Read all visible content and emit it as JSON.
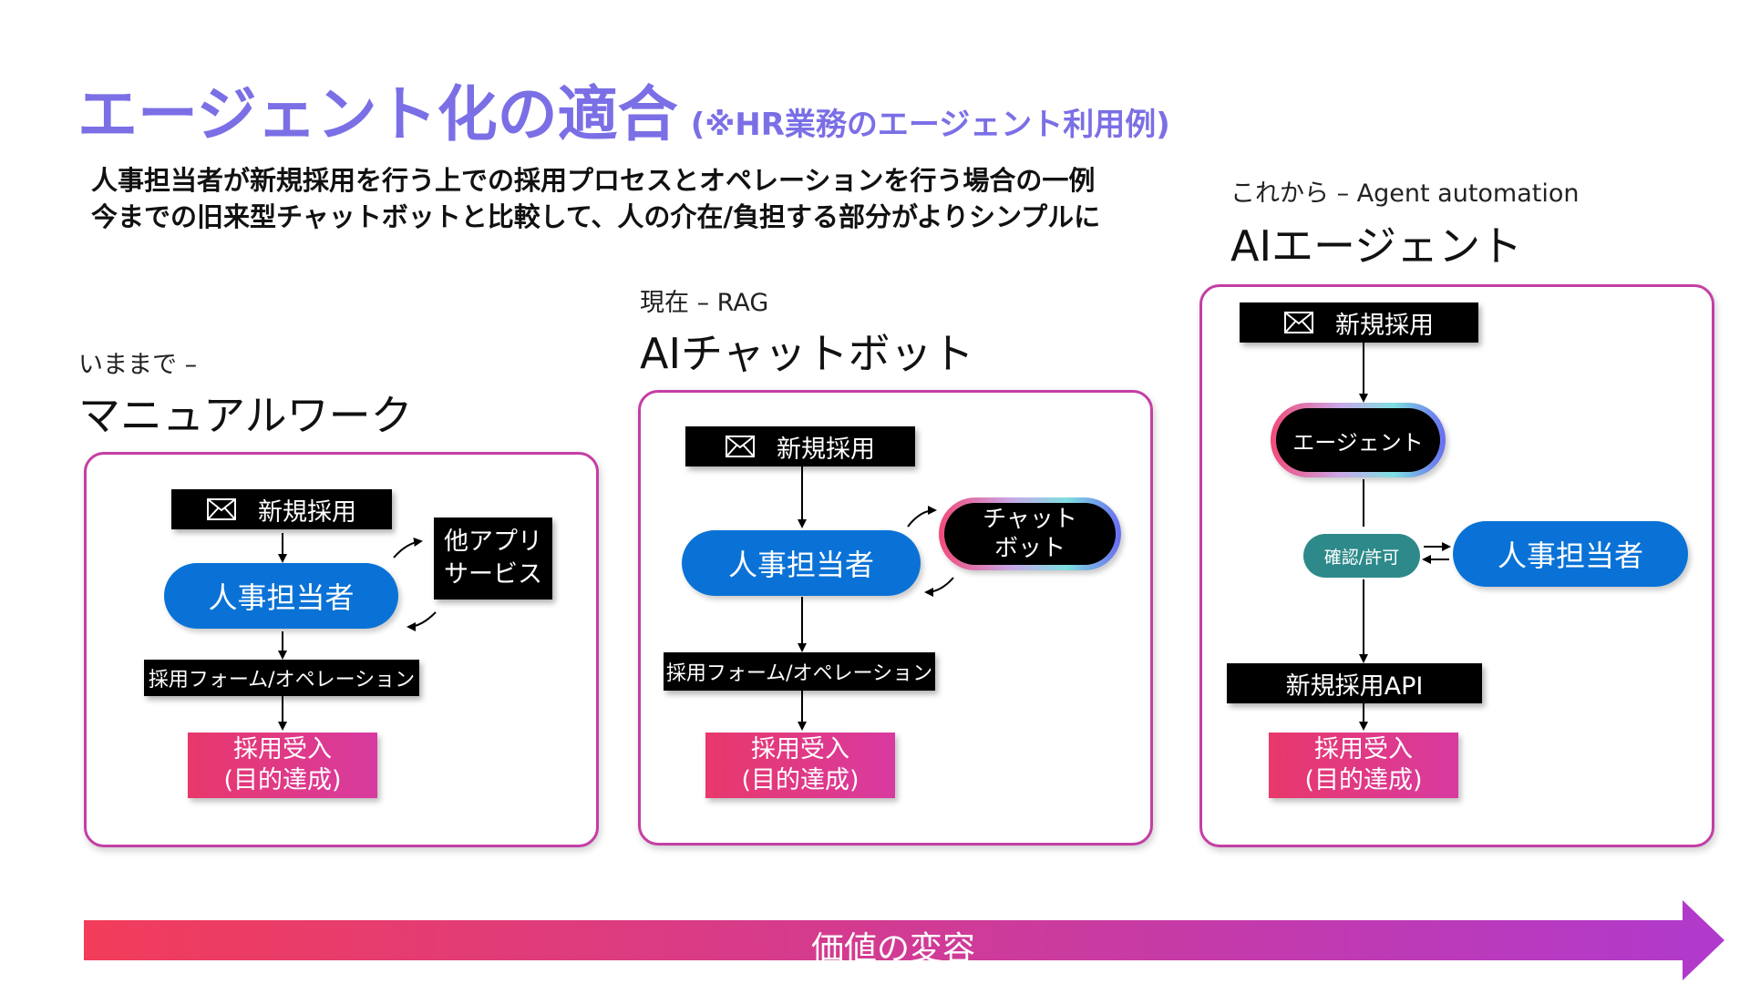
{
  "title": {
    "main": "エージェント化の適合",
    "sub": "(※HR業務のエージェント利用例)"
  },
  "description": [
    "人事担当者が新規採用を行う上での採用プロセスとオペレーションを行う場合の一例",
    "今までの旧来型チャットボットと比較して、人の介在/負担する部分がよりシンプルに"
  ],
  "columns": {
    "manual": {
      "caption": "いままで –",
      "heading": "マニュアルワーク",
      "mail_label": "新規採用",
      "person": "人事担当者",
      "other_apps": [
        "他アプリ",
        "サービス"
      ],
      "form": "採用フォーム/オペレーション",
      "goal": [
        "採用受入",
        "(目的達成)"
      ]
    },
    "chatbot": {
      "caption": "現在 – RAG",
      "heading": "AIチャットボット",
      "mail_label": "新規採用",
      "person": "人事担当者",
      "bot": [
        "チャット",
        "ボット"
      ],
      "form": "採用フォーム/オペレーション",
      "goal": [
        "採用受入",
        "(目的達成)"
      ]
    },
    "agent": {
      "caption": "これから – Agent automation",
      "heading": "AIエージェント",
      "mail_label": "新規採用",
      "agent": "エージェント",
      "confirm": "確認/許可",
      "person": "人事担当者",
      "api": "新規採用API",
      "goal": [
        "採用受入",
        "(目的達成)"
      ]
    }
  },
  "footer": {
    "label": "価値の変容"
  },
  "colors": {
    "accent": "#7B6FE6",
    "panel_border": "#C33FA5",
    "pill_blue": "#0A72D6",
    "teal": "#2E8A8A",
    "goal_pink": "#E8386B",
    "band_start": "#F23C5A",
    "band_end": "#B03ACD"
  },
  "icons": {
    "mail": "envelope-icon"
  }
}
